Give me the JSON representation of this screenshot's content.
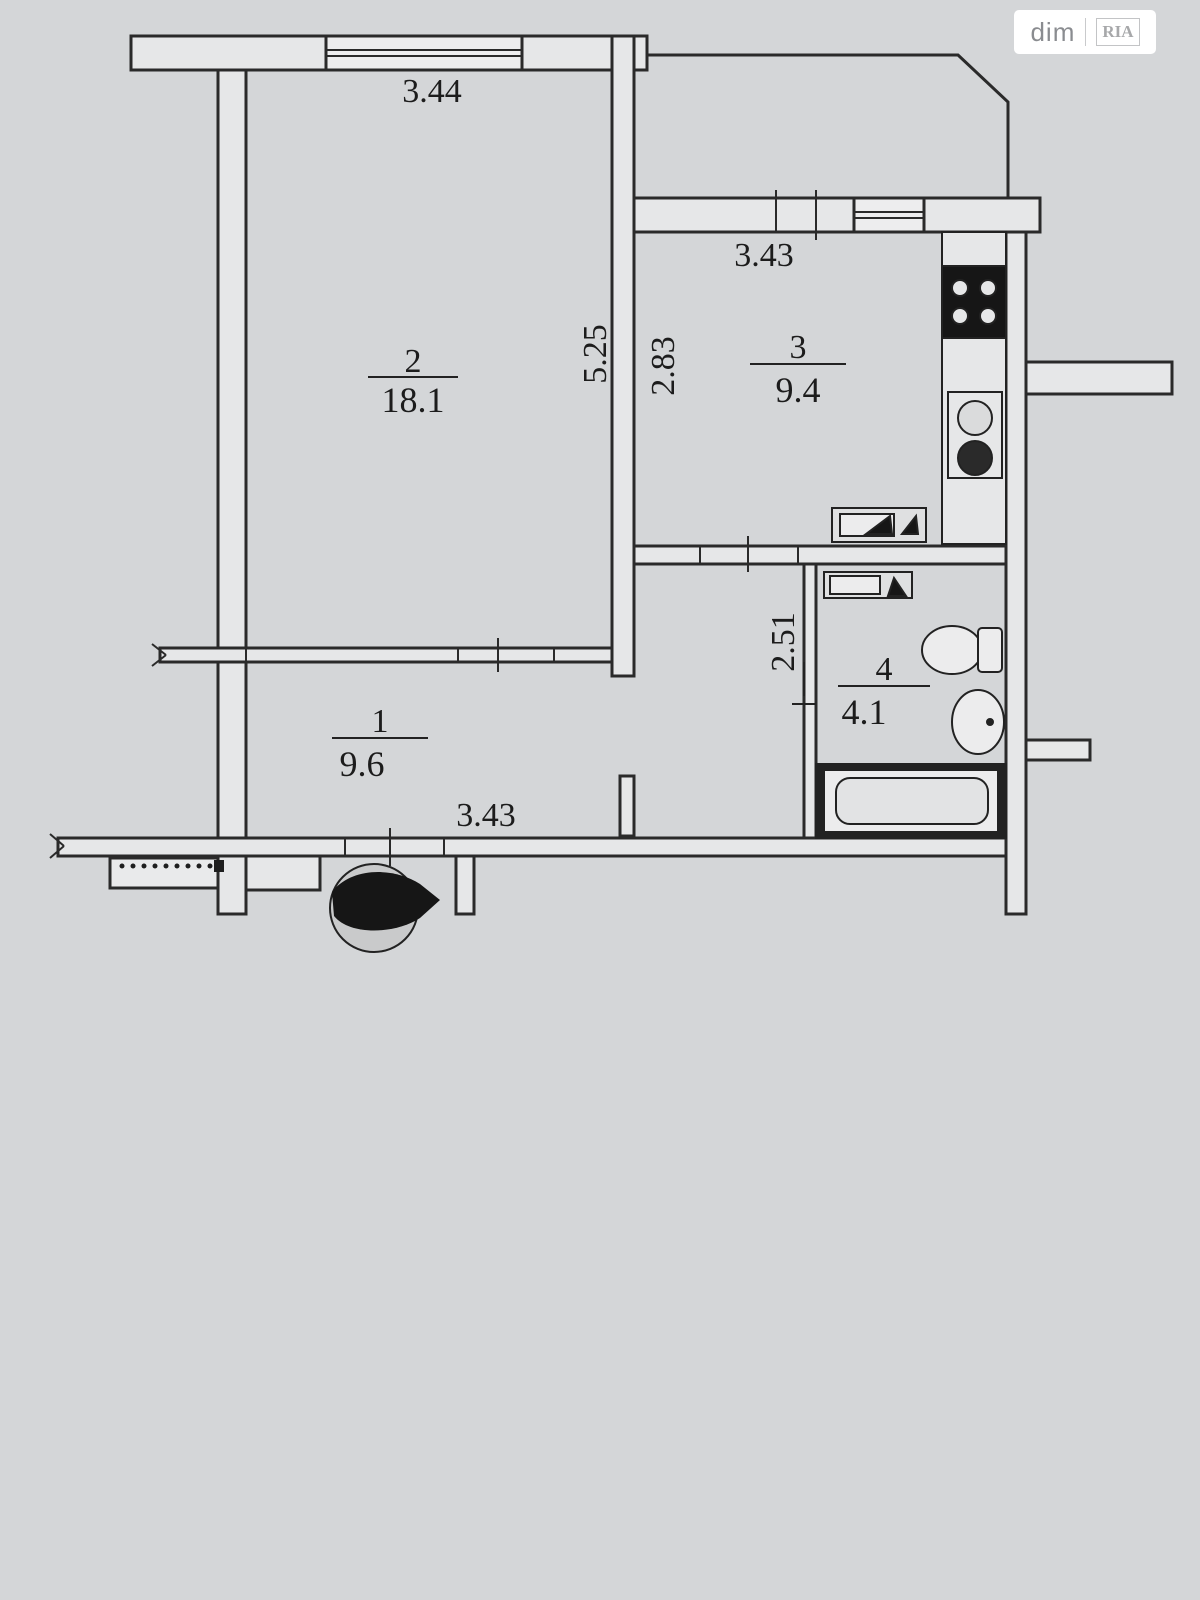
{
  "watermark": {
    "brand": "dim",
    "partner": "RIA"
  },
  "rooms": [
    {
      "number": "1",
      "area": "9.6"
    },
    {
      "number": "2",
      "area": "18.1"
    },
    {
      "number": "3",
      "area": "9.4"
    },
    {
      "number": "4",
      "area": "4.1"
    }
  ],
  "dimensions": {
    "room2_width": "3.44",
    "room2_length": "5.25",
    "kitchen_width": "3.43",
    "kitchen_length": "2.83",
    "bath_length": "2.51",
    "hall_width": "3.43"
  },
  "icons": [
    "stove-icon",
    "washing-machine-icon",
    "kitchen-sink-icon",
    "bath-sink-icon",
    "toilet-icon",
    "basin-icon",
    "bathtub-icon",
    "radiator-icon"
  ]
}
